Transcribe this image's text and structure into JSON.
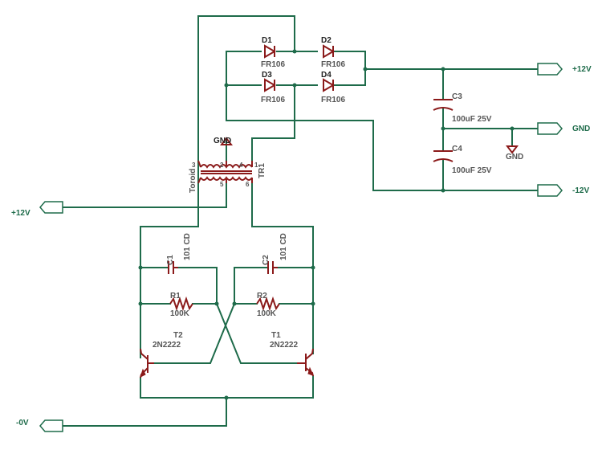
{
  "nets": {
    "plus12_right": "+12V",
    "gnd_right": "GND",
    "minus12_right": "-12V",
    "plus12_left": "+12V",
    "zero_left": "-0V"
  },
  "diodes": {
    "d1": {
      "name": "D1",
      "value": "FR106"
    },
    "d2": {
      "name": "D2",
      "value": "FR106"
    },
    "d3": {
      "name": "D3",
      "value": "FR106"
    },
    "d4": {
      "name": "D4",
      "value": "FR106"
    }
  },
  "capacitors": {
    "c3": {
      "name": "C3",
      "value": "100uF 25V"
    },
    "c4": {
      "name": "C4",
      "value": "100uF 25V"
    },
    "c1": {
      "name": "C1",
      "value": "101 CD"
    },
    "c2": {
      "name": "C2",
      "value": "101 CD"
    }
  },
  "resistors": {
    "r1": {
      "name": "R1",
      "value": "100K"
    },
    "r2": {
      "name": "R2",
      "value": "100K"
    }
  },
  "transistors": {
    "t1": {
      "name": "T1",
      "value": "2N2222"
    },
    "t2": {
      "name": "T2",
      "value": "2N2222"
    }
  },
  "transformer": {
    "name": "TR1",
    "type": "Toroid",
    "pins": {
      "p3": "3",
      "p2": "2",
      "p4": "4",
      "p1": "1",
      "p5a": "5",
      "p6": "6"
    }
  },
  "gnd_symbols": {
    "top": "GND",
    "right": "GND"
  }
}
